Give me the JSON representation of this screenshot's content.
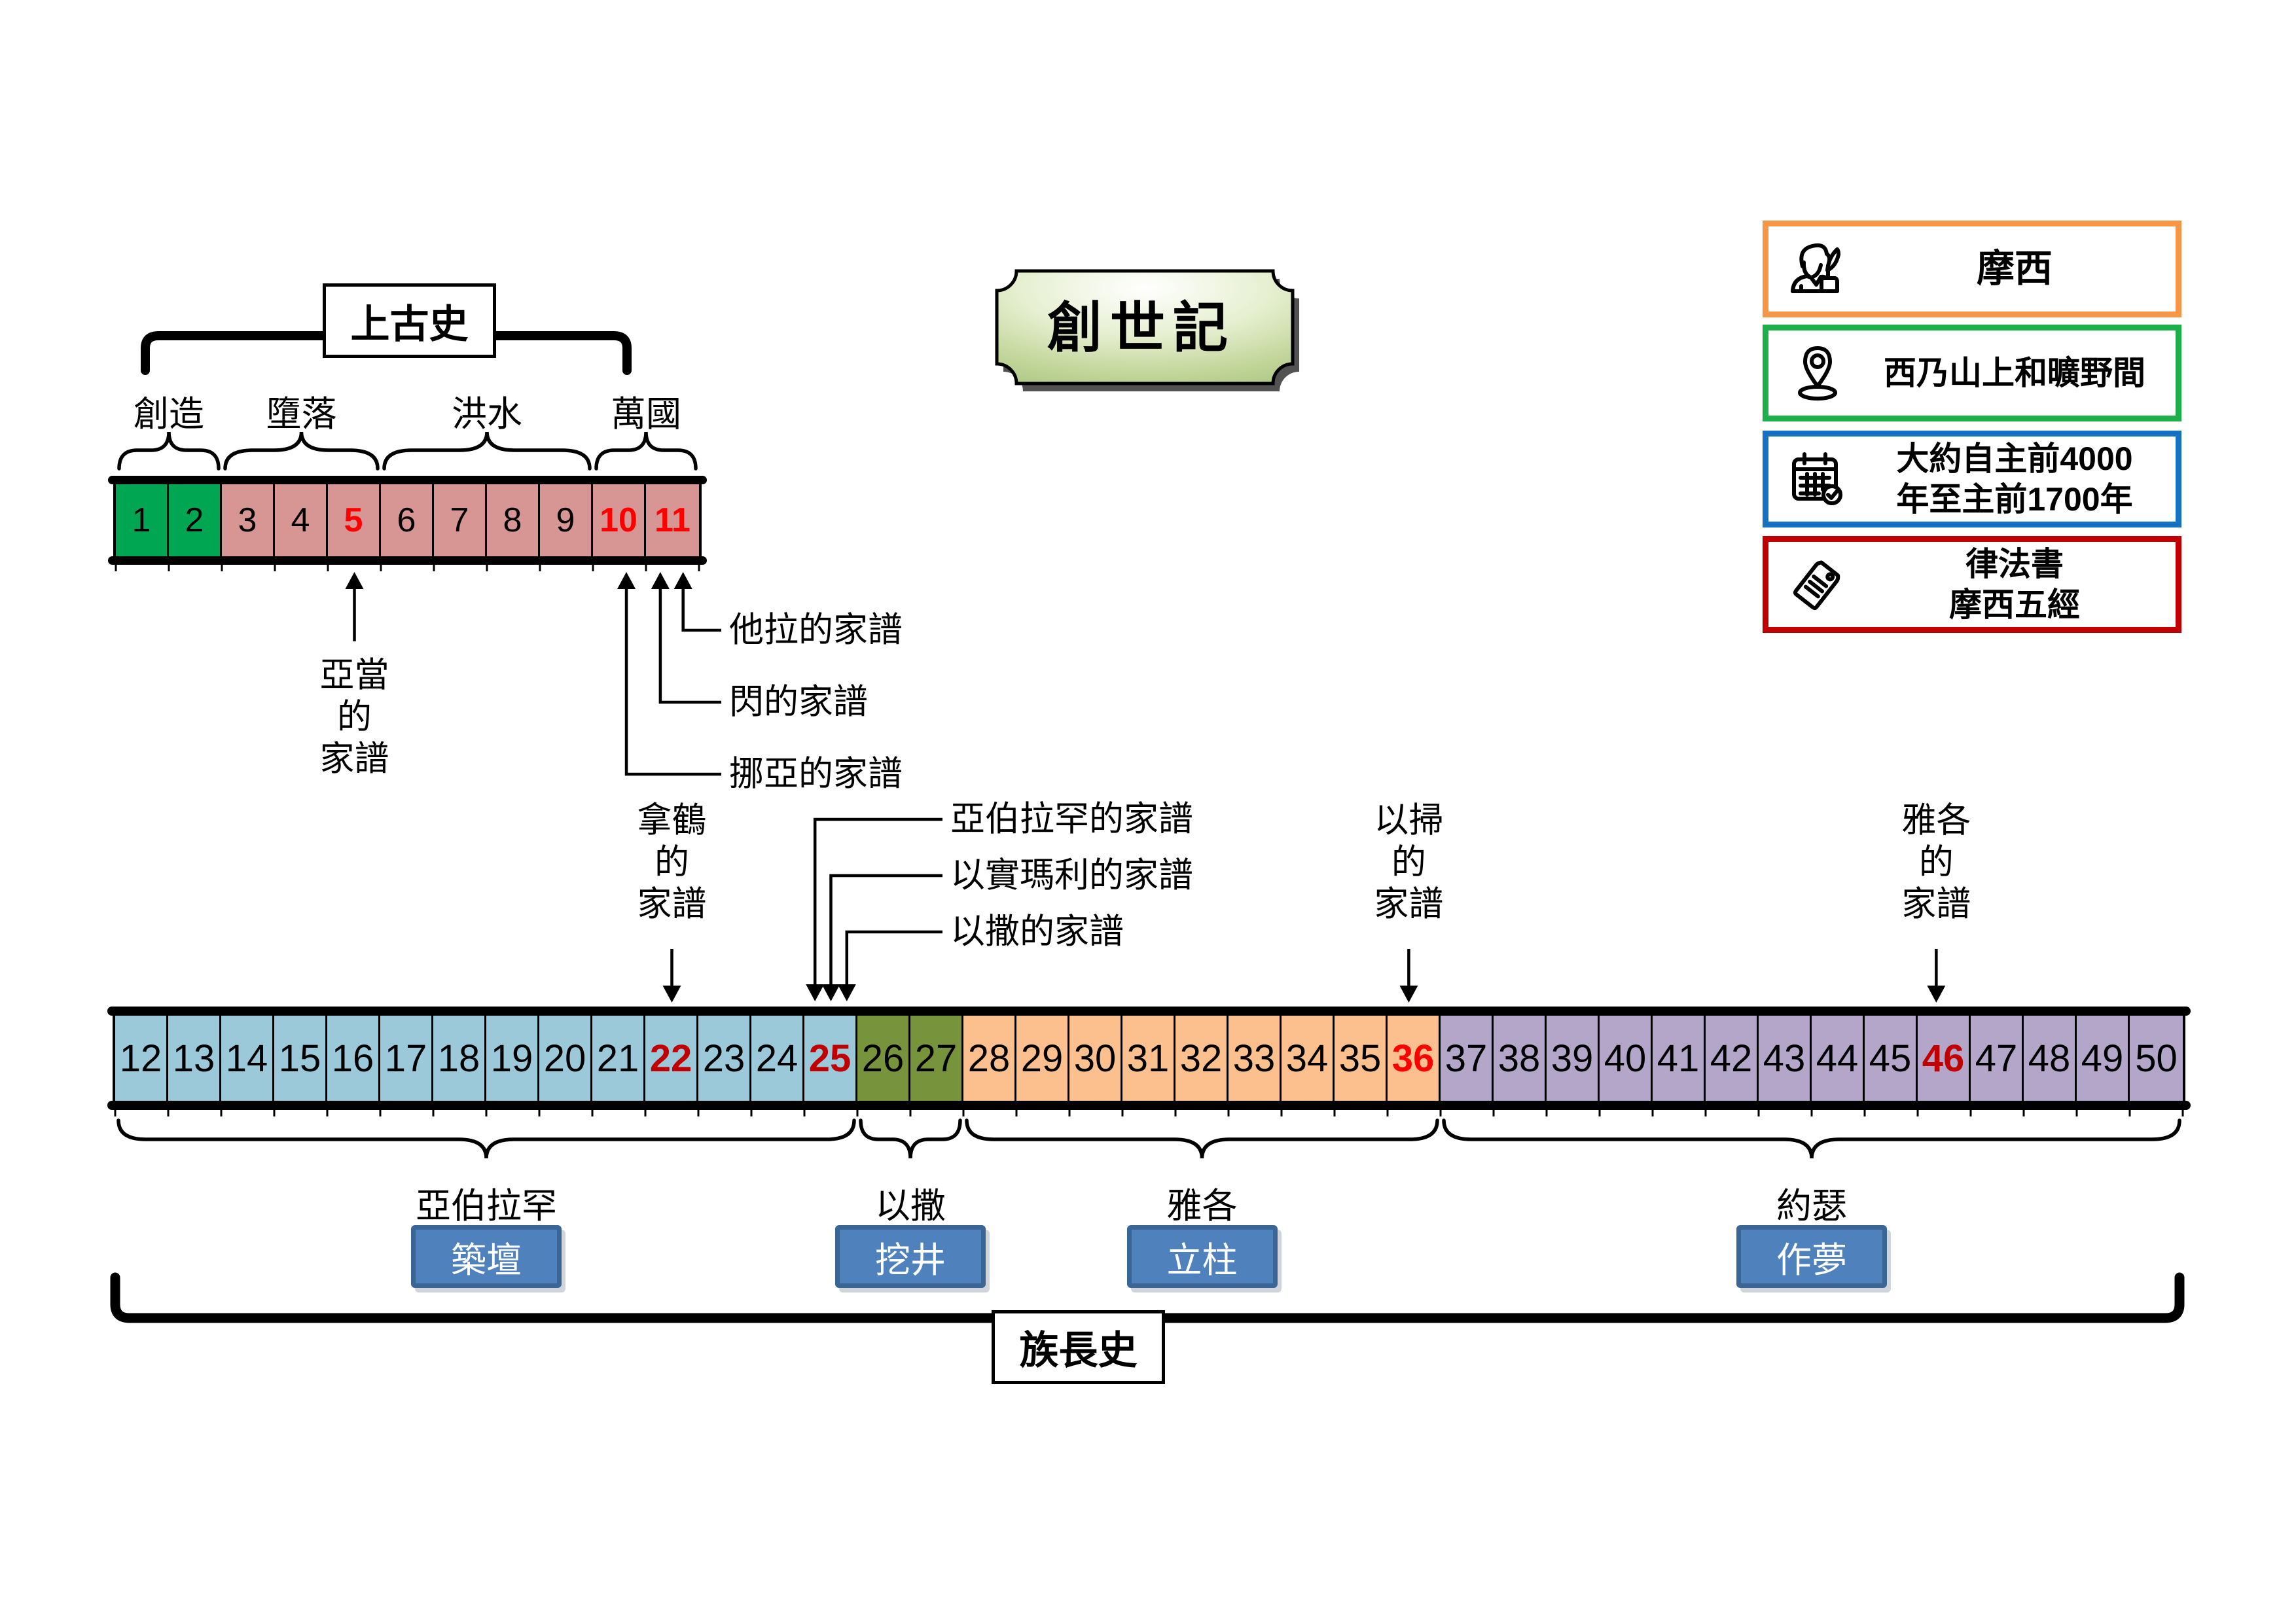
{
  "title": {
    "text": "創世記"
  },
  "palette": {
    "green": "#00A651",
    "pink": "#D79594",
    "blue": "#9BC9DA",
    "olive": "#77933C",
    "peach": "#FBC08E",
    "purple": "#B3A6C8",
    "black": "#000000",
    "red": "#FF0000",
    "darkred": "#C00000",
    "badge_bg": "#4F81BD",
    "badge_border": "#3A6696",
    "badge_text": "#FFFFFF",
    "plaque_green": "#C3D69B"
  },
  "top_timeline": {
    "header": "上古史",
    "sections": [
      {
        "label": "創造",
        "from": 1,
        "to": 2
      },
      {
        "label": "墮落",
        "from": 3,
        "to": 5
      },
      {
        "label": "洪水",
        "from": 6,
        "to": 9
      },
      {
        "label": "萬國",
        "from": 10,
        "to": 11
      }
    ],
    "cells": [
      {
        "n": "1",
        "bg": "green",
        "fg": "black"
      },
      {
        "n": "2",
        "bg": "green",
        "fg": "black"
      },
      {
        "n": "3",
        "bg": "pink",
        "fg": "black"
      },
      {
        "n": "4",
        "bg": "pink",
        "fg": "black"
      },
      {
        "n": "5",
        "bg": "pink",
        "fg": "red"
      },
      {
        "n": "6",
        "bg": "pink",
        "fg": "black"
      },
      {
        "n": "7",
        "bg": "pink",
        "fg": "black"
      },
      {
        "n": "8",
        "bg": "pink",
        "fg": "black"
      },
      {
        "n": "9",
        "bg": "pink",
        "fg": "black"
      },
      {
        "n": "10",
        "bg": "pink",
        "fg": "red"
      },
      {
        "n": "11",
        "bg": "pink",
        "fg": "red"
      }
    ]
  },
  "top_annotations": {
    "below_left": {
      "lines": [
        "亞當",
        "的",
        "家譜"
      ],
      "target_chapter": 5.5
    },
    "bent_group": [
      {
        "label": "他拉的家譜",
        "target_chapter": 11.7
      },
      {
        "label": "閃的家譜",
        "target_chapter": 11.27
      },
      {
        "label": "挪亞的家譜",
        "target_chapter": 10.63
      }
    ]
  },
  "legend": {
    "items": [
      {
        "icon": "author-icon",
        "border": "#F79646",
        "lines": [
          "摩西"
        ]
      },
      {
        "icon": "location-pin-icon",
        "border": "#1CAF4A",
        "lines": [
          "西乃山上和曠野間"
        ]
      },
      {
        "icon": "calendar-check-icon",
        "border": "#1572C2",
        "lines": [
          "大約自主前4000",
          "年至主前1700年"
        ]
      },
      {
        "icon": "tag-icon",
        "border": "#C00000",
        "lines": [
          "律法書",
          "摩西五經"
        ]
      }
    ]
  },
  "bottom_timeline": {
    "footer": "族長史",
    "sections": [
      {
        "label": "亞伯拉罕",
        "badge": "築壇",
        "from": 12,
        "to": 25
      },
      {
        "label": "以撒",
        "badge": "挖井",
        "from": 26,
        "to": 27
      },
      {
        "label": "雅各",
        "badge": "立柱",
        "from": 28,
        "to": 36
      },
      {
        "label": "約瑟",
        "badge": "作夢",
        "from": 37,
        "to": 50
      }
    ],
    "cells": [
      {
        "n": "12",
        "bg": "blue",
        "fg": "black"
      },
      {
        "n": "13",
        "bg": "blue",
        "fg": "black"
      },
      {
        "n": "14",
        "bg": "blue",
        "fg": "black"
      },
      {
        "n": "15",
        "bg": "blue",
        "fg": "black"
      },
      {
        "n": "16",
        "bg": "blue",
        "fg": "black"
      },
      {
        "n": "17",
        "bg": "blue",
        "fg": "black"
      },
      {
        "n": "18",
        "bg": "blue",
        "fg": "black"
      },
      {
        "n": "19",
        "bg": "blue",
        "fg": "black"
      },
      {
        "n": "20",
        "bg": "blue",
        "fg": "black"
      },
      {
        "n": "21",
        "bg": "blue",
        "fg": "black"
      },
      {
        "n": "22",
        "bg": "blue",
        "fg": "darkred"
      },
      {
        "n": "23",
        "bg": "blue",
        "fg": "black"
      },
      {
        "n": "24",
        "bg": "blue",
        "fg": "black"
      },
      {
        "n": "25",
        "bg": "blue",
        "fg": "darkred"
      },
      {
        "n": "26",
        "bg": "olive",
        "fg": "black"
      },
      {
        "n": "27",
        "bg": "olive",
        "fg": "black"
      },
      {
        "n": "28",
        "bg": "peach",
        "fg": "black"
      },
      {
        "n": "29",
        "bg": "peach",
        "fg": "black"
      },
      {
        "n": "30",
        "bg": "peach",
        "fg": "black"
      },
      {
        "n": "31",
        "bg": "peach",
        "fg": "black"
      },
      {
        "n": "32",
        "bg": "peach",
        "fg": "black"
      },
      {
        "n": "33",
        "bg": "peach",
        "fg": "black"
      },
      {
        "n": "34",
        "bg": "peach",
        "fg": "black"
      },
      {
        "n": "35",
        "bg": "peach",
        "fg": "black"
      },
      {
        "n": "36",
        "bg": "peach",
        "fg": "red"
      },
      {
        "n": "37",
        "bg": "purple",
        "fg": "black"
      },
      {
        "n": "38",
        "bg": "purple",
        "fg": "black"
      },
      {
        "n": "39",
        "bg": "purple",
        "fg": "black"
      },
      {
        "n": "40",
        "bg": "purple",
        "fg": "black"
      },
      {
        "n": "41",
        "bg": "purple",
        "fg": "black"
      },
      {
        "n": "42",
        "bg": "purple",
        "fg": "black"
      },
      {
        "n": "43",
        "bg": "purple",
        "fg": "black"
      },
      {
        "n": "44",
        "bg": "purple",
        "fg": "black"
      },
      {
        "n": "45",
        "bg": "purple",
        "fg": "black"
      },
      {
        "n": "46",
        "bg": "purple",
        "fg": "darkred"
      },
      {
        "n": "47",
        "bg": "purple",
        "fg": "black"
      },
      {
        "n": "48",
        "bg": "purple",
        "fg": "black"
      },
      {
        "n": "49",
        "bg": "purple",
        "fg": "black"
      },
      {
        "n": "50",
        "bg": "purple",
        "fg": "black"
      }
    ]
  },
  "bottom_annotations": {
    "vertical": [
      {
        "lines": [
          "拿鶴",
          "的",
          "家譜"
        ],
        "target_chapter": 22.5
      },
      {
        "lines": [
          "以掃",
          "的",
          "家譜"
        ],
        "target_chapter": 36.4
      },
      {
        "lines": [
          "雅各",
          "的",
          "家譜"
        ],
        "target_chapter": 46.35
      }
    ],
    "bent_group": [
      {
        "label": "亞伯拉罕的家譜",
        "target_chapter": 25.2
      },
      {
        "label": "以實瑪利的家譜",
        "target_chapter": 25.5
      },
      {
        "label": "以撒的家譜",
        "target_chapter": 25.8
      }
    ]
  }
}
